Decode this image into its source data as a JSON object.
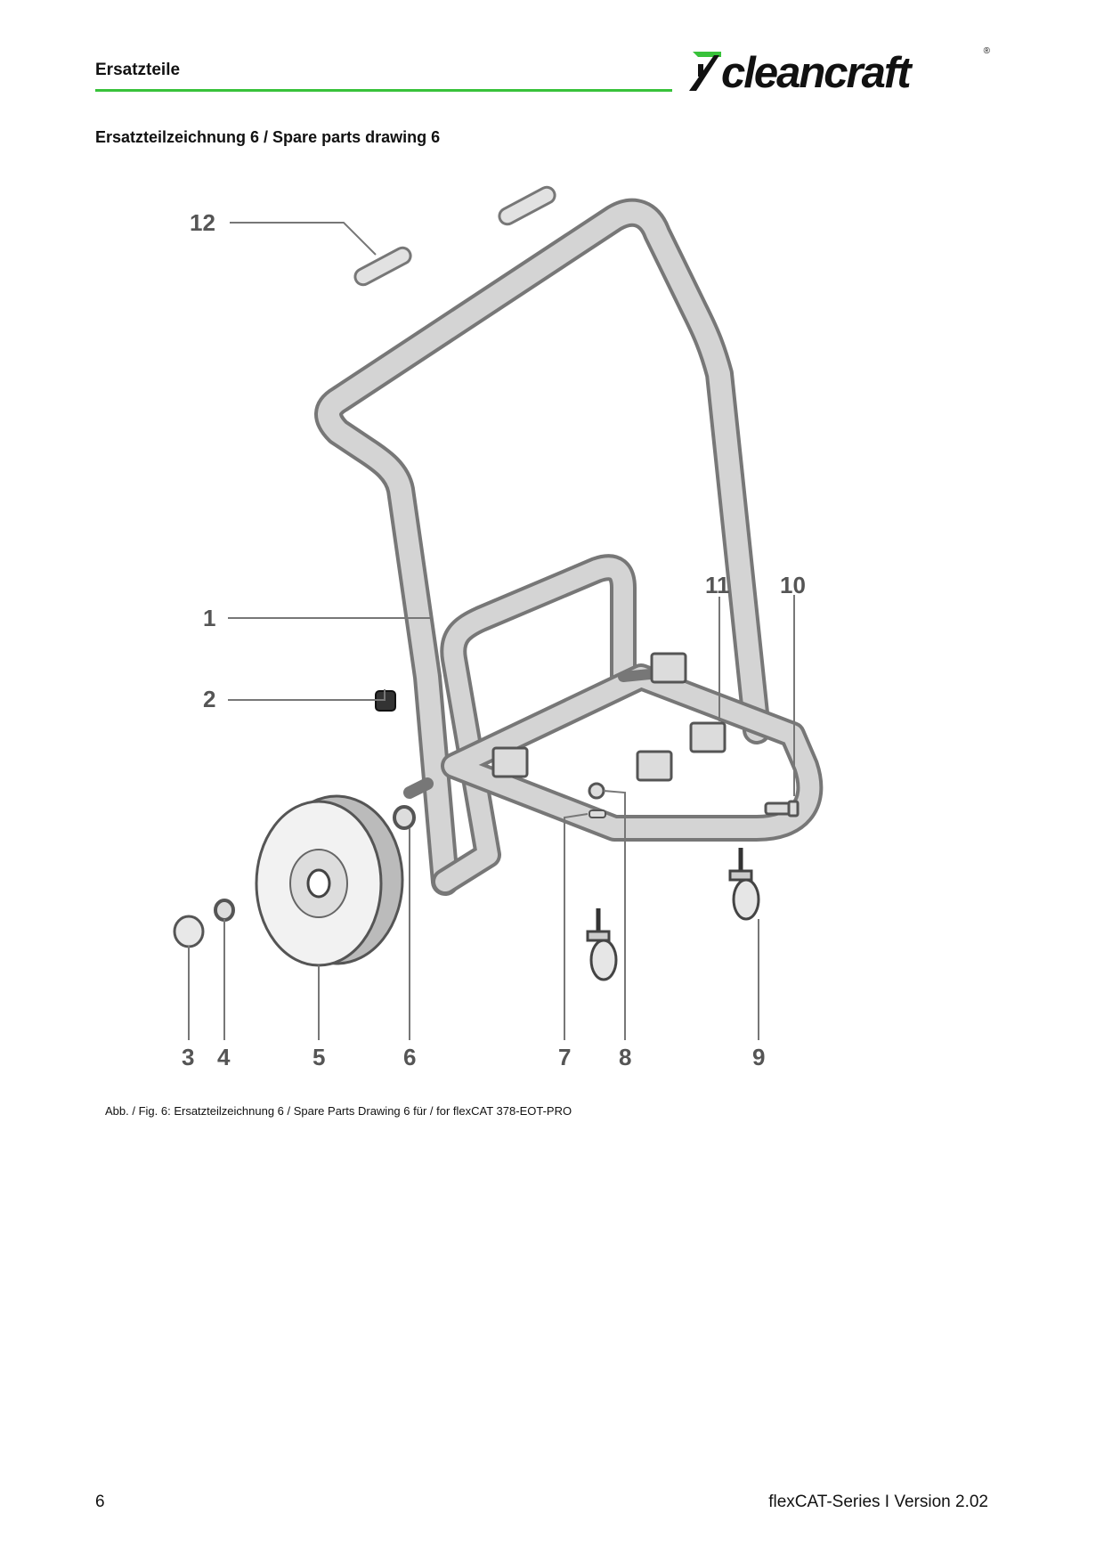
{
  "header": {
    "title": "Ersatzteile",
    "logo_text": "cleancraft",
    "logo_mark": "®",
    "rule_color": "#38c23a"
  },
  "section_title": "Ersatzteilzeichnung 6 / Spare parts drawing 6",
  "drawing": {
    "callouts": [
      "12",
      "1",
      "2",
      "11",
      "10",
      "3",
      "4",
      "5",
      "6",
      "7",
      "8",
      "9"
    ]
  },
  "caption": "Abb. / Fig. 6: Ersatzteilzeichnung 6 / Spare Parts Drawing 6 für / for flexCAT 378-EOT-PRO",
  "footer": {
    "page_number": "6",
    "series_version": "flexCAT-Series I Version 2.02"
  }
}
